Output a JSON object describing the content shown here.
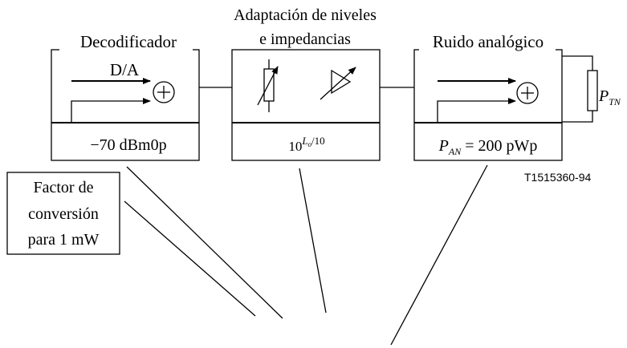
{
  "blocks": {
    "decoder": {
      "title": "Decodificador",
      "signal_label": "D/A",
      "value": "−70 dBm0p"
    },
    "adaptation": {
      "title_line1": "Adaptación de niveles",
      "title_line2": "e impedancias",
      "value_base": "10",
      "value_exp_sym": "L",
      "value_exp_sub": "o",
      "value_exp_rest": "/10"
    },
    "noise": {
      "title": "Ruido analógico",
      "value_sym": "P",
      "value_sub": "AN",
      "value_rest": " = 200 pWp",
      "resistor_sym": "P",
      "resistor_sub": "TN"
    }
  },
  "conversion_box": {
    "line1": "Factor de",
    "line2": "conversión",
    "line3": "para 1 mW"
  },
  "figure_ref": "T1515360-94",
  "icons": {
    "adder": "circled-plus-icon",
    "variable_resistor": "variable-resistor-icon",
    "amplifier": "variable-amplifier-icon"
  }
}
